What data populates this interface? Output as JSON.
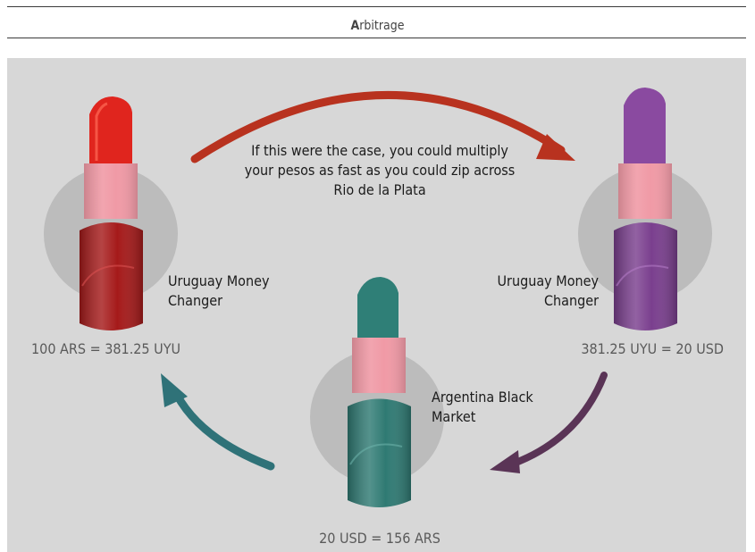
{
  "header": {
    "title_lead": "A",
    "title_rest": "rbitrage"
  },
  "note": {
    "lines": [
      "If this were the case, you could multiply",
      "your pesos as fast as you could zip across",
      "Rio de la Plata"
    ]
  },
  "nodes": [
    {
      "id": "red",
      "label_lines": [
        "Uruguay Money",
        "Changer"
      ],
      "value": "100 ARS = 381.25 UYU",
      "color": "#c4211d"
    },
    {
      "id": "purple",
      "label_lines": [
        "Uruguay Money",
        "Changer"
      ],
      "value": "381.25 UYU = 20 USD",
      "color": "#7a3f8e"
    },
    {
      "id": "teal",
      "label_lines": [
        "Argentina Black",
        "Market"
      ],
      "value": "20 USD = 156 ARS",
      "color": "#2f7a73"
    }
  ],
  "arrows": [
    {
      "from": "red",
      "to": "purple",
      "color": "#b8321f"
    },
    {
      "from": "purple",
      "to": "teal",
      "color": "#5a3456"
    },
    {
      "from": "teal",
      "to": "red",
      "color": "#2f7278"
    }
  ]
}
